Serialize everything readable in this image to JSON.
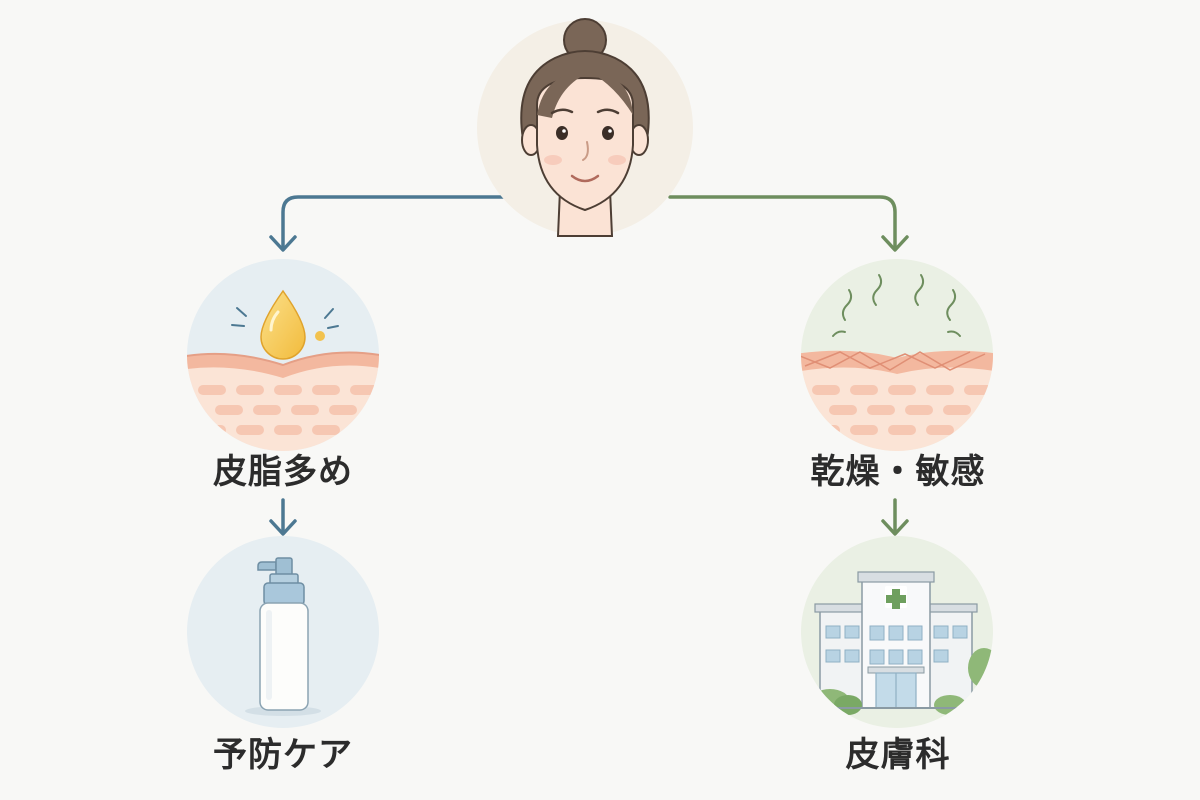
{
  "nodes": {
    "face": {
      "icon": "woman-face-icon"
    },
    "oily": {
      "label": "皮脂多め",
      "icon": "oily-skin-icon"
    },
    "prevent": {
      "label": "予防ケア",
      "icon": "pump-bottle-icon"
    },
    "dry": {
      "label": "乾燥・敏感",
      "icon": "dry-skin-icon"
    },
    "derm": {
      "label": "皮膚科",
      "icon": "hospital-icon"
    }
  },
  "colors": {
    "left_branch": "#4c7892",
    "right_branch": "#6e8e5e",
    "label_text": "#2c2c2c",
    "background": "#f8f8f6"
  }
}
